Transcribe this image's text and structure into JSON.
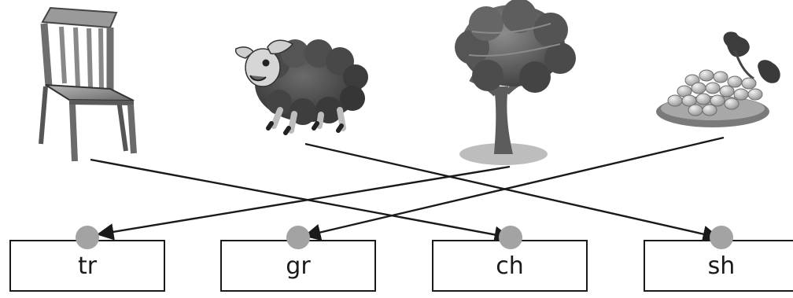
{
  "pictures": [
    {
      "name": "chair"
    },
    {
      "name": "sheep"
    },
    {
      "name": "tree"
    },
    {
      "name": "grapes"
    }
  ],
  "answer_boxes": [
    {
      "label": "tr"
    },
    {
      "label": "gr"
    },
    {
      "label": "ch"
    },
    {
      "label": "sh"
    }
  ],
  "matches": [
    {
      "from": "chair",
      "to": "ch"
    },
    {
      "from": "sheep",
      "to": "sh"
    },
    {
      "from": "tree",
      "to": "tr"
    },
    {
      "from": "grapes",
      "to": "gr"
    }
  ],
  "colors": {
    "line": "#1a1a1a",
    "dot": "#a3a3a3",
    "ink": "#2b2b2b",
    "shade": "#555555"
  }
}
